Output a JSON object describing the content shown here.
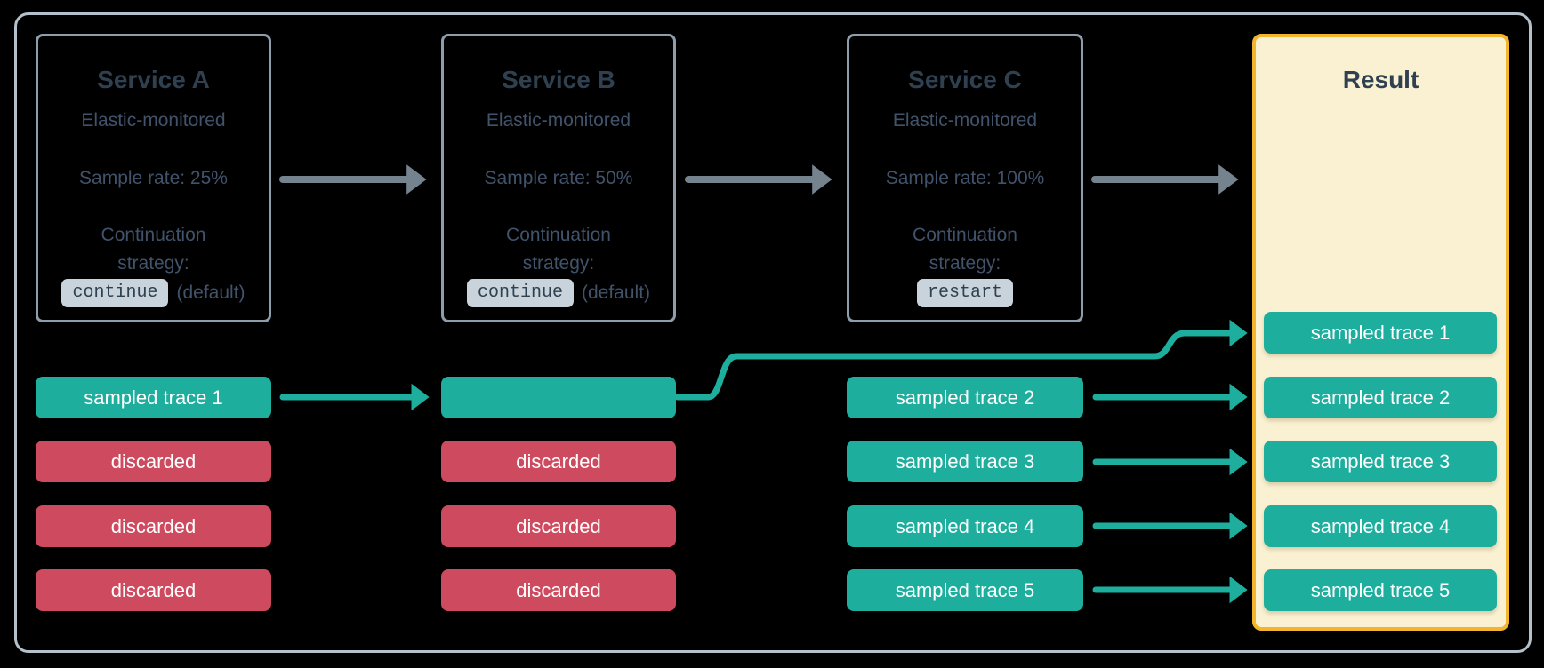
{
  "colors": {
    "teal": "#1dae9e",
    "red": "#ce4a5e",
    "slate_title": "#2f4050",
    "slate_body": "#41536b",
    "card_border": "#8e9dac",
    "container_border": "#b4c0ca",
    "chip_bg": "#c9d3dc",
    "result_bg": "#faf1d3",
    "result_border": "#f2b52d",
    "arrow_gray": "#75838f",
    "trace_text": "#ffffff"
  },
  "services": [
    {
      "title": "Service A",
      "monitoring": "Elastic-monitored",
      "sample_rate": "Sample rate: 25%",
      "continuation_line1": "Continuation",
      "continuation_line2": "strategy:",
      "strategy_value": "continue",
      "strategy_suffix": "(default)"
    },
    {
      "title": "Service B",
      "monitoring": "Elastic-monitored",
      "sample_rate": "Sample rate: 50%",
      "continuation_line1": "Continuation",
      "continuation_line2": "strategy:",
      "strategy_value": "continue",
      "strategy_suffix": "(default)"
    },
    {
      "title": "Service C",
      "monitoring": "Elastic-monitored",
      "sample_rate": "Sample rate: 100%",
      "continuation_line1": "Continuation",
      "continuation_line2": "strategy:",
      "strategy_value": "restart",
      "strategy_suffix": ""
    }
  ],
  "columns": {
    "a": {
      "rows": [
        {
          "label": "sampled trace 1",
          "status": "sampled"
        },
        {
          "label": "discarded",
          "status": "discarded"
        },
        {
          "label": "discarded",
          "status": "discarded"
        },
        {
          "label": "discarded",
          "status": "discarded"
        }
      ]
    },
    "b": {
      "rows": [
        {
          "label": "",
          "status": "sampled"
        },
        {
          "label": "discarded",
          "status": "discarded"
        },
        {
          "label": "discarded",
          "status": "discarded"
        },
        {
          "label": "discarded",
          "status": "discarded"
        }
      ]
    },
    "c": {
      "rows": [
        {
          "label": "sampled trace 2",
          "status": "sampled"
        },
        {
          "label": "sampled trace 3",
          "status": "sampled"
        },
        {
          "label": "sampled trace 4",
          "status": "sampled"
        },
        {
          "label": "sampled trace 5",
          "status": "sampled"
        }
      ]
    }
  },
  "result": {
    "title": "Result",
    "rows": [
      {
        "label": "sampled trace 1"
      },
      {
        "label": "sampled trace 2"
      },
      {
        "label": "sampled trace 3"
      },
      {
        "label": "sampled trace 4"
      },
      {
        "label": "sampled trace 5"
      }
    ]
  }
}
